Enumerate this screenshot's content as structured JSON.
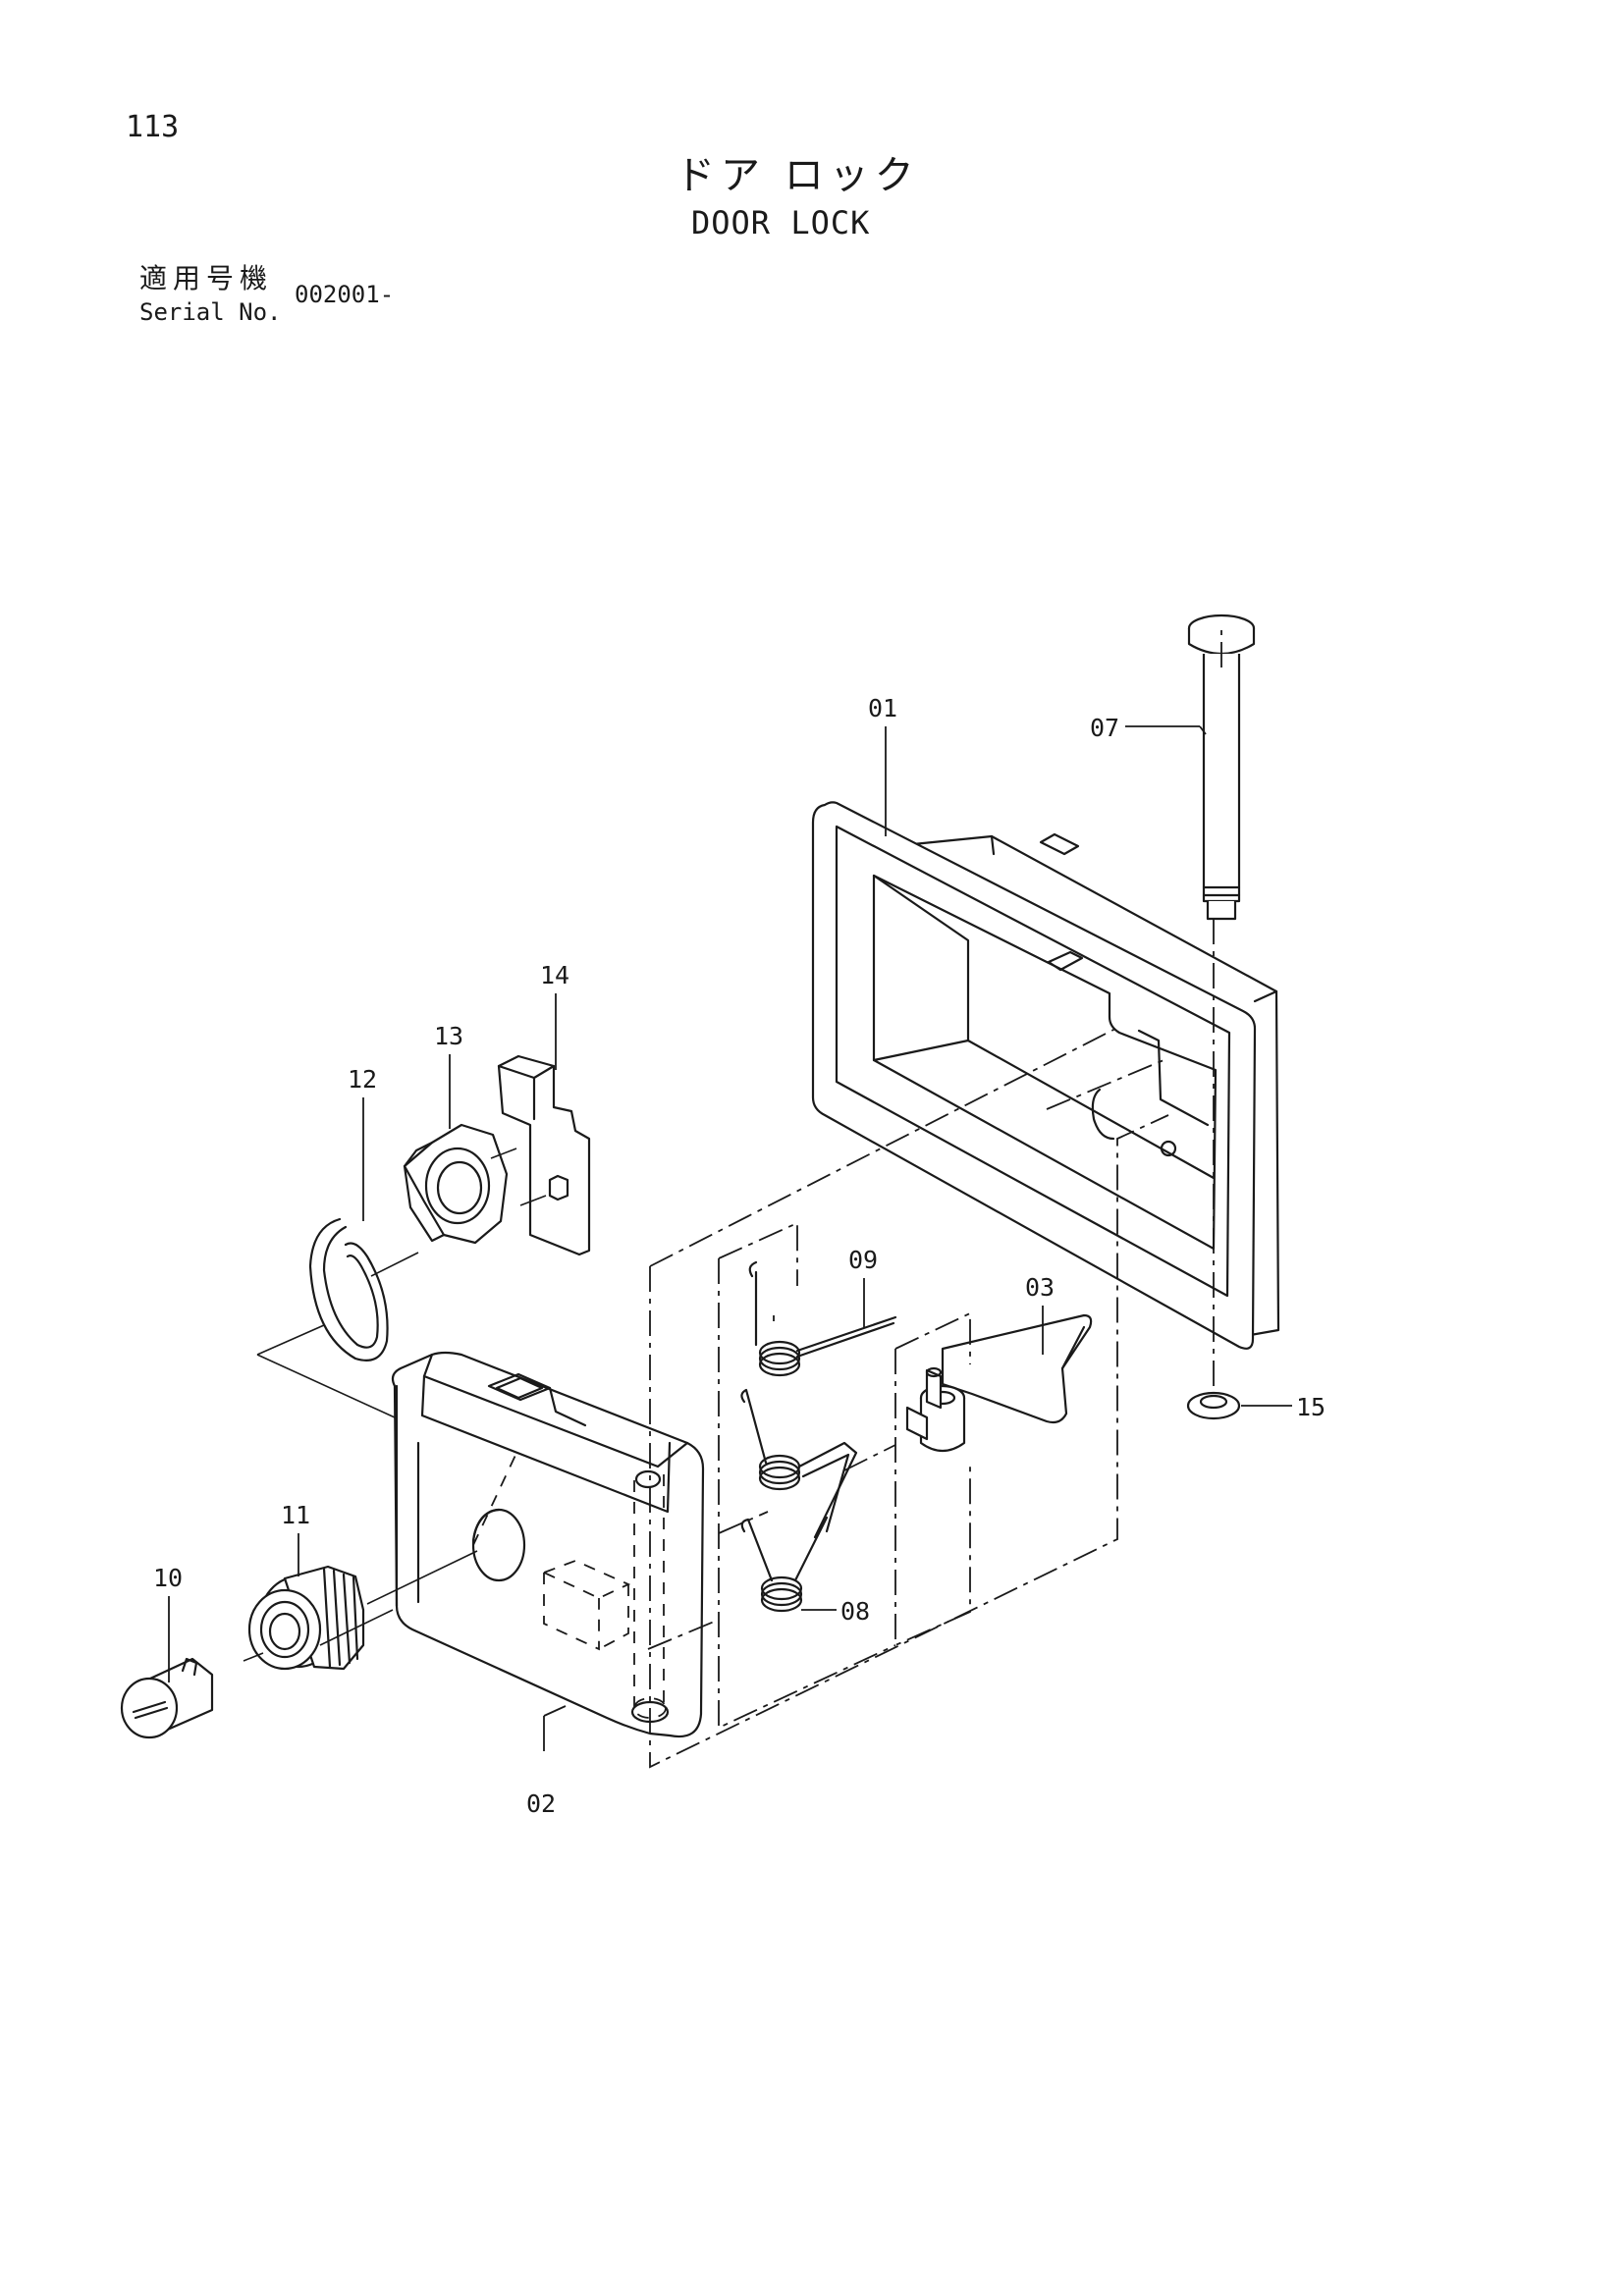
{
  "page_number": "113",
  "title_jp": "ドア ロック",
  "title_en": "DOOR LOCK",
  "serial": {
    "label_jp": "適用号機",
    "label_en": "Serial No.",
    "value": "002001-"
  },
  "callouts": [
    {
      "id": "01",
      "part": "lock-housing-frame"
    },
    {
      "id": "02",
      "part": "lock-case"
    },
    {
      "id": "03",
      "part": "latch-cam"
    },
    {
      "id": "07",
      "part": "pin"
    },
    {
      "id": "08",
      "part": "spring-lower"
    },
    {
      "id": "09",
      "part": "spring-upper"
    },
    {
      "id": "10",
      "part": "key-cylinder"
    },
    {
      "id": "11",
      "part": "bushing"
    },
    {
      "id": "12",
      "part": "snap-ring"
    },
    {
      "id": "13",
      "part": "nut"
    },
    {
      "id": "14",
      "part": "plate"
    },
    {
      "id": "15",
      "part": "e-ring"
    }
  ]
}
